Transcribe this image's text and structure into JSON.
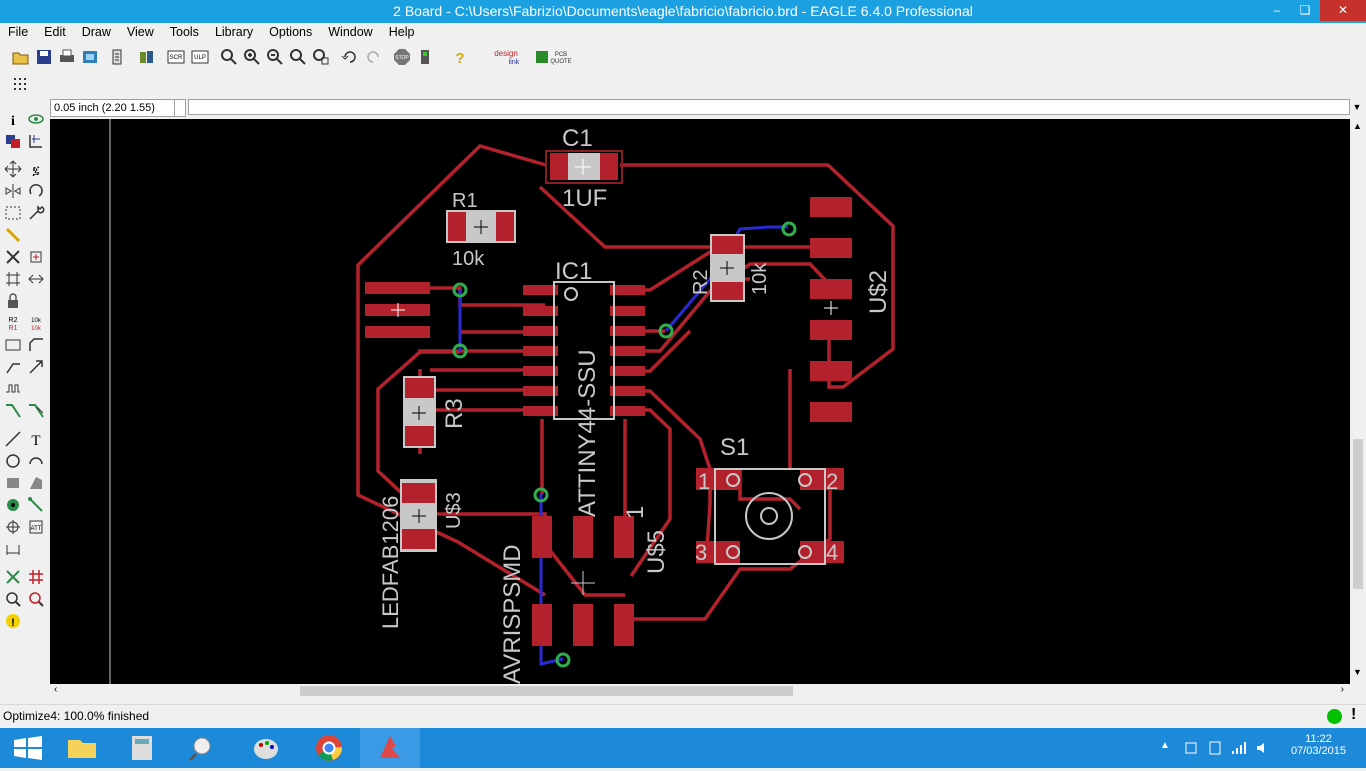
{
  "window": {
    "title": "2 Board - C:\\Users\\Fabrizio\\Documents\\eagle\\fabricio\\fabricio.brd - EAGLE 6.4.0 Professional",
    "minimize": "–",
    "maximize": "❏",
    "close": "✕"
  },
  "menu": [
    "File",
    "Edit",
    "Draw",
    "View",
    "Tools",
    "Library",
    "Options",
    "Window",
    "Help"
  ],
  "toolbar": {
    "icons": [
      "open-icon",
      "save-icon",
      "print-icon",
      "cam-icon",
      "script-icon",
      "library-icon",
      "scr-icon",
      "ulp-icon",
      "zoom-fit-icon",
      "zoom-in-icon",
      "zoom-out-icon",
      "zoom-select-icon",
      "zoom-redraw-icon",
      "undo-icon",
      "redo-icon",
      "stop-icon",
      "go-icon",
      "help-icon",
      "design-link-icon",
      "pcb-quote-icon"
    ]
  },
  "coordbar": {
    "coordinates": "0.05 inch (2.20 1.55)",
    "command": ""
  },
  "board": {
    "labels": {
      "c1": "C1",
      "c1_value": "1UF",
      "r1": "R1",
      "r1_value": "10k",
      "r2": "R2",
      "r2_value": "10k",
      "r3": "R3",
      "ic1": "IC1",
      "ic1_value": "ATTINY44-SSU",
      "us2": "U$2",
      "us3": "U$3",
      "led": "LEDFAB1206",
      "us5": "U$5",
      "avr": "AVRISPSMD",
      "s1": "S1",
      "pin1": "1",
      "pin2": "2",
      "pin3": "3",
      "pin4": "4",
      "isp_pin1": "1"
    },
    "colors": {
      "top_copper": "#b3222c",
      "bottom_copper": "#2a2ad4",
      "via": "#2fae4e",
      "silk": "#c8c8c8",
      "background": "#000000"
    }
  },
  "status": {
    "text": "Optimize4: 100.0% finished",
    "indicator_color": "#00c000",
    "alert": "!"
  },
  "taskbar": {
    "apps": [
      "start-button",
      "file-explorer-icon",
      "calculator-icon",
      "magnifier-icon",
      "paint-icon",
      "chrome-icon",
      "eagle-icon"
    ],
    "time": "11:22",
    "date": "07/03/2015"
  }
}
